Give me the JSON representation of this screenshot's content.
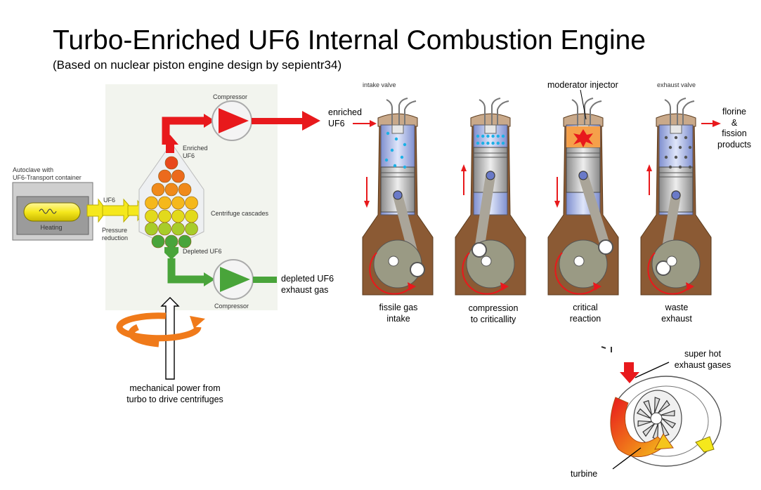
{
  "title": "Turbo-Enriched UF6 Internal Combustion Engine",
  "subtitle": "(Based on nuclear piston engine design by sepientr34)",
  "enrichment": {
    "autoclave_label": "Autoclave with\nUF6-Transport container",
    "heating_label": "Heating",
    "uf6_label": "UF6",
    "pressure_reduction_label": "Pressure\nreduction",
    "enriched_uf6_label": "Enriched\nUF6",
    "centrifuge_label": "Centrifuge cascades",
    "depleted_uf6_label": "Depleted UF6",
    "compressor_top_label": "Compressor",
    "compressor_bottom_label": "Compressor"
  },
  "labels": {
    "enriched_uf6": "enriched\nUF6",
    "depleted_exhaust": "depleted UF6\nexhaust gas",
    "mechanical_power": "mechanical power from\nturbo to drive centrifuges",
    "florine": "florine\n&\nfission\nproducts",
    "super_hot": "super hot\nexhaust gases",
    "turbine": "turbine"
  },
  "engine": {
    "intake_valve_label": "intake valve",
    "moderator_injector_label": "moderator injector",
    "exhaust_valve_label": "exhaust valve",
    "strokes": [
      {
        "label": "fissile gas\nintake"
      },
      {
        "label": "compression\nto criticallity"
      },
      {
        "label": "critical\nreaction"
      },
      {
        "label": "waste\nexhaust"
      }
    ]
  },
  "colors": {
    "red": "#e8191c",
    "green": "#49a43a",
    "yellow": "#f5e81c",
    "brown": "#8b5a34",
    "cylinder": "#a9b6e6",
    "orange": "#f07a1a"
  }
}
